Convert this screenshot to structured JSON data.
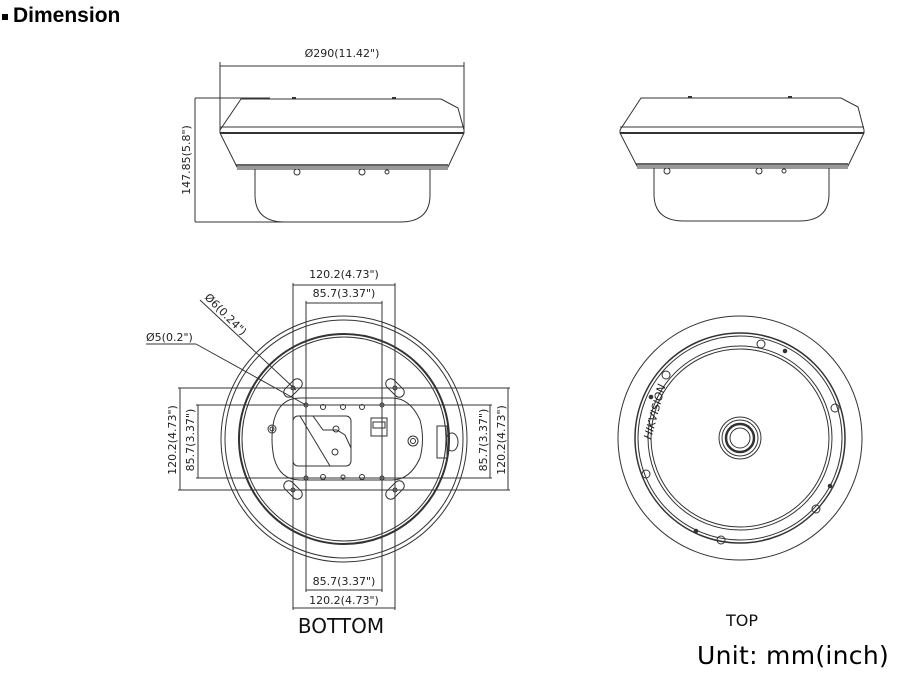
{
  "header": {
    "title": "Dimension",
    "bullet_icon": "square-bullet-icon"
  },
  "side_view": {
    "diameter_label": "Ø290(11.42\")",
    "height_label": "147.85(5.8\")"
  },
  "side_view_right": {},
  "bottom_view": {
    "label": "BOTTOM",
    "hole_large_label": "Ø6(0.24\")",
    "hole_small_label": "Ø5(0.2\")",
    "top_outer_width": "120.2(4.73\")",
    "top_inner_width": "85.7(3.37\")",
    "left_outer_height": "120.2(4.73\")",
    "left_inner_height": "85.7(3.37\")",
    "right_inner_height": "85.7(3.37\")",
    "right_outer_height": "120.2(4.73\")",
    "bottom_inner_width": "85.7(3.37\")",
    "bottom_outer_width": "120.2(4.73\")"
  },
  "top_view": {
    "label": "TOP",
    "brand_text": "HIKVISION"
  },
  "footer": {
    "unit_text": "Unit: mm(inch)"
  },
  "colors": {
    "line": "#333333",
    "text": "#000000",
    "background": "#ffffff"
  }
}
